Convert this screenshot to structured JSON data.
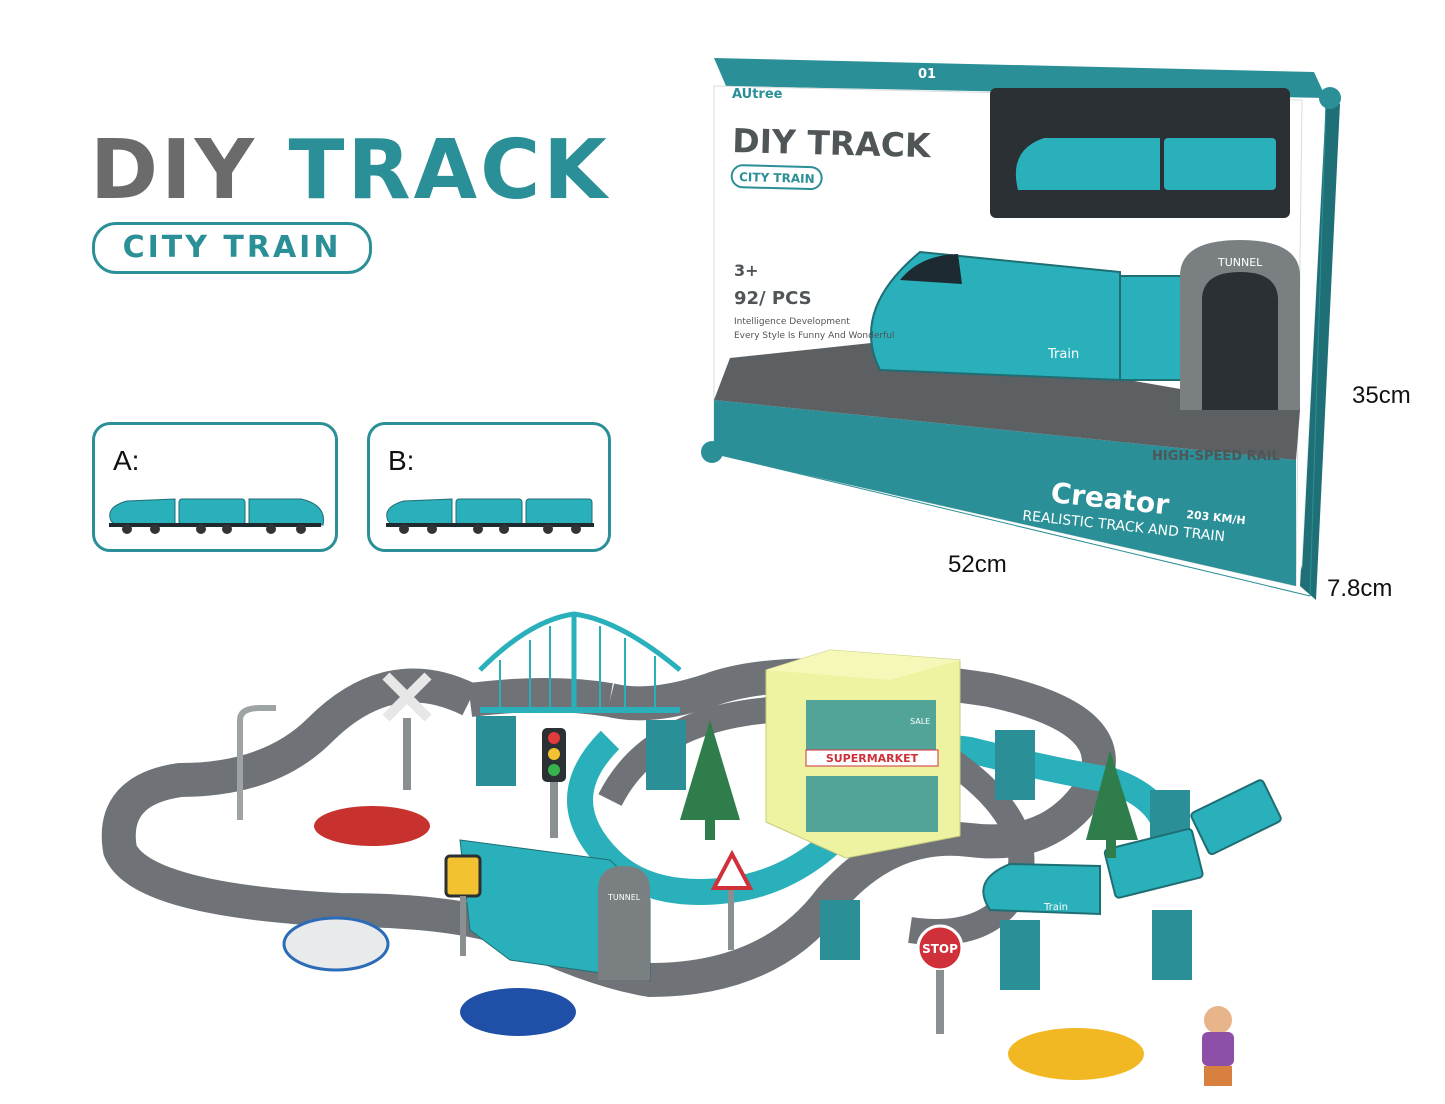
{
  "headline": {
    "word1": "DIY",
    "word2": "TRACK",
    "subtitle": "CITY TRAIN"
  },
  "variants": [
    {
      "label": "A:"
    },
    {
      "label": "B:"
    }
  ],
  "package": {
    "brand": "AUtree",
    "title": "DIY TRACK",
    "subtitle": "CITY TRAIN",
    "age": "3+",
    "pieces": "92/ PCS",
    "tagline1": "Intelligence Development",
    "tagline2": "Every Style Is Funny And Wonderful",
    "tunnel": "TUNNEL",
    "train_label": "Train",
    "series_code": "01",
    "speed_line": "HIGH-SPEED RAIL",
    "creator": "Creator",
    "speed": "203 KM/H",
    "tagline3": "REALISTIC TRACK AND TRAIN"
  },
  "dimensions": {
    "height": "35cm",
    "width": "52cm",
    "depth": "7.8cm"
  },
  "scene": {
    "supermarket": "SUPERMARKET",
    "sale": "SALE",
    "stop": "STOP",
    "tunnel": "TUNNEL",
    "train_label": "Train"
  },
  "colors": {
    "teal": "#2a8f96",
    "gray": "#6b6b6b",
    "track": "#6f7377",
    "accent": "#2ab0ba"
  }
}
